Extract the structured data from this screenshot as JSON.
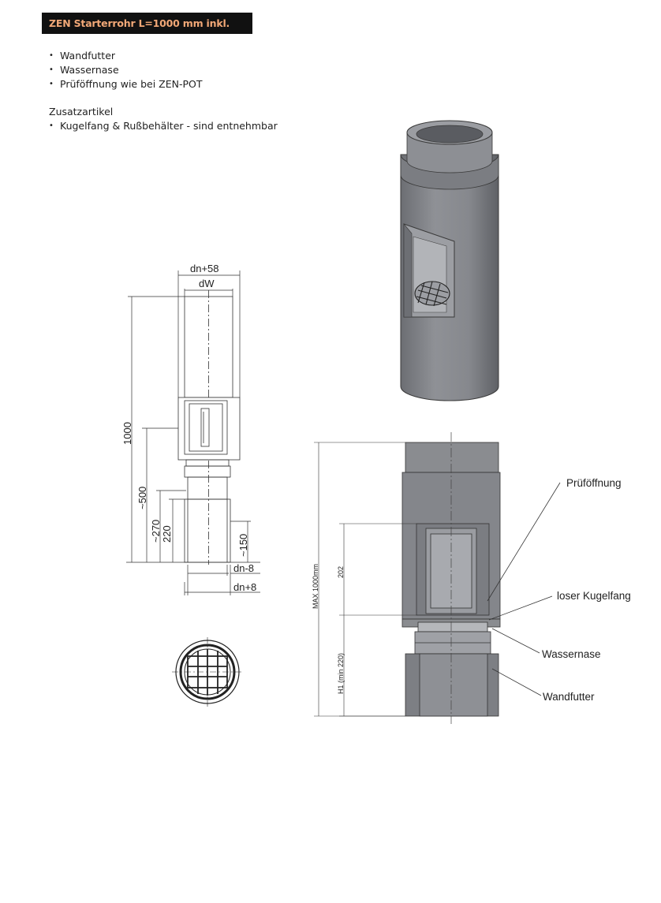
{
  "title": "ZEN Starterrohr L=1000 mm inkl.",
  "features": [
    "Wandfutter",
    "Wassernase",
    "Prüföffnung wie bei ZEN-POT"
  ],
  "extras": {
    "heading": "Zusatzartikel",
    "items": [
      "Kugelfang & Rußbehälter - sind entnehmbar"
    ]
  },
  "dimensions": {
    "dn_plus_58": "dn+58",
    "dw": "dW",
    "d1000": "1000",
    "d500": "~500",
    "d270": "~270",
    "d220": "220",
    "d150": "~150",
    "dn_minus_8": "dn-8",
    "dn_plus_8": "dn+8",
    "max1000": "MAX 1000mm",
    "d202": "202",
    "h1": "H1 (min 220)"
  },
  "callouts": {
    "inspection": "Prüföffnung",
    "ball_catch": "loser Kugelfang",
    "drip_edge": "Wassernase",
    "wall_sleeve": "Wandfutter"
  },
  "colors": {
    "title_bg": "#111111",
    "title_text": "#f2a877",
    "pipe_fill": "#8a8c90",
    "pipe_dark": "#6f7176",
    "line": "#333333"
  }
}
